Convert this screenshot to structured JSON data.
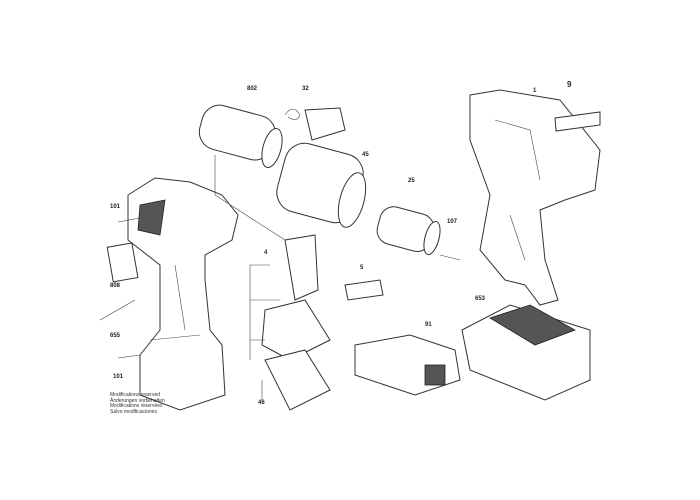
{
  "labels": {
    "p802": "802",
    "p32": "32",
    "p45": "45",
    "p25": "25",
    "p107": "107",
    "p1": "1",
    "p9": "9",
    "p101a": "101",
    "p808": "808",
    "p655": "655",
    "p101b": "101",
    "p4": "4",
    "p5": "5",
    "p46": "46",
    "p91": "91",
    "p653": "653"
  },
  "notes": [
    "Modifications reserved",
    "Änderungen vorbehalten",
    "Modifications réservées",
    "Salvo modificaciones"
  ]
}
